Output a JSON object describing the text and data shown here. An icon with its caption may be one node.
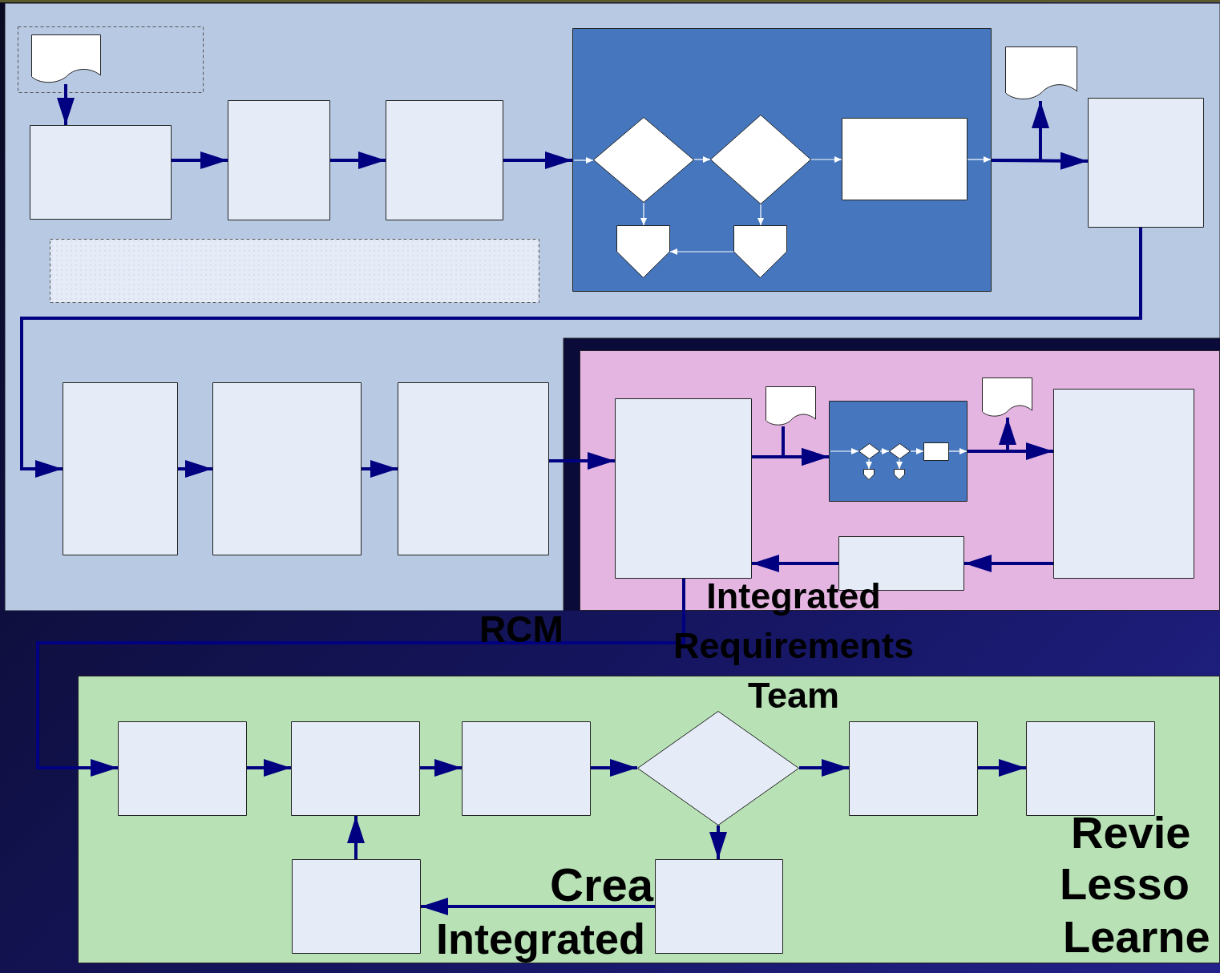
{
  "diagram": {
    "nodes": [
      {
        "text": [],
        "shape": "box"
      },
      {
        "text": [],
        "shape": "box",
        "in": 0
      },
      {
        "text": [],
        "shape": "document",
        "in": 1
      },
      {
        "text": [],
        "shape": "box",
        "in": 0
      },
      {
        "text": [],
        "shape": "box",
        "in": 0
      },
      {
        "text": [],
        "shape": "box",
        "in": 0
      },
      {
        "text": [],
        "shape": "box",
        "in": 0
      },
      {
        "text": [],
        "shape": "box",
        "in": 0
      },
      {
        "text": [],
        "shape": "diamond",
        "in": 7
      },
      {
        "text": [],
        "shape": "diamond",
        "in": 7
      },
      {
        "text": [],
        "shape": "box",
        "in": 7
      },
      {
        "text": [],
        "shape": "pentagon",
        "in": 7
      },
      {
        "text": [],
        "shape": "pentagon",
        "in": 7
      },
      {
        "text": [],
        "shape": "document",
        "in": 0
      },
      {
        "text": [],
        "shape": "box",
        "in": 0
      },
      {
        "text": [],
        "shape": "box",
        "in": 0
      },
      {
        "text": [],
        "shape": "box",
        "in": 0
      },
      {
        "text": [],
        "shape": "box",
        "in": 0
      },
      {
        "text": [],
        "shape": "box"
      },
      {
        "text": [],
        "shape": "box",
        "in": 18
      },
      {
        "text": [],
        "shape": "document",
        "in": 18
      },
      {
        "text": [],
        "shape": "box",
        "in": 18
      },
      {
        "text": [],
        "shape": "diamond",
        "in": 21
      },
      {
        "text": [],
        "shape": "diamond",
        "in": 21
      },
      {
        "text": [],
        "shape": "box",
        "in": 21
      },
      {
        "text": [],
        "shape": "pentagon",
        "in": 21
      },
      {
        "text": [],
        "shape": "pentagon",
        "in": 21
      },
      {
        "text": [],
        "shape": "document",
        "in": 18
      },
      {
        "text": [],
        "shape": "box",
        "in": 18
      },
      {
        "text": [],
        "shape": "box",
        "in": 18
      },
      {
        "text": [],
        "shape": "box"
      },
      {
        "text": [],
        "shape": "box",
        "in": 30
      },
      {
        "text": [],
        "shape": "box",
        "in": 30
      },
      {
        "text": [],
        "shape": "box",
        "in": 30
      },
      {
        "text": [],
        "shape": "diamond",
        "in": 30
      },
      {
        "text": [],
        "shape": "box",
        "in": 30
      },
      {
        "text": [],
        "shape": "box",
        "in": 30
      },
      {
        "text": [],
        "shape": "box",
        "in": 30
      },
      {
        "text": [],
        "shape": "box",
        "in": 30
      }
    ],
    "edges": [
      {
        "from": 2,
        "to": 3,
        "arrow": "to"
      },
      {
        "from": 3,
        "to": 4,
        "arrow": "to"
      },
      {
        "from": 4,
        "to": 5,
        "arrow": "to"
      },
      {
        "from": 5,
        "to": 7,
        "arrow": "to"
      },
      {
        "from": null,
        "to": 8,
        "arrow": "to",
        "color": "#ffffff"
      },
      {
        "from": 8,
        "to": 9,
        "arrow": "to",
        "color": "#ffffff"
      },
      {
        "from": 9,
        "to": 10,
        "arrow": "to",
        "color": "#ffffff"
      },
      {
        "from": 10,
        "to": null,
        "arrow": "to",
        "color": "#ffffff"
      },
      {
        "from": 8,
        "to": 11,
        "arrow": "to",
        "color": "#ffffff"
      },
      {
        "from": 9,
        "to": 12,
        "arrow": "to",
        "color": "#ffffff"
      },
      {
        "from": 12,
        "to": 11,
        "arrow": "to",
        "color": "#ffffff"
      },
      {
        "from": 7,
        "to": 14,
        "arrow": "to"
      },
      {
        "from": 7,
        "to": 13,
        "arrow": "to"
      },
      {
        "from": 14,
        "to": 15,
        "arrow": "to"
      },
      {
        "from": 15,
        "to": 16,
        "arrow": "to"
      },
      {
        "from": 16,
        "to": 17,
        "arrow": "to"
      },
      {
        "from": 17,
        "to": 19,
        "arrow": "to"
      },
      {
        "from": 20,
        "to": 21,
        "arrow": "to"
      },
      {
        "from": 19,
        "to": 21,
        "arrow": "to"
      },
      {
        "from": 21,
        "to": 28,
        "arrow": "to"
      },
      {
        "from": 21,
        "to": 27,
        "arrow": "to"
      },
      {
        "from": null,
        "to": 22,
        "arrow": "to",
        "color": "#ffffff"
      },
      {
        "from": 22,
        "to": 23,
        "arrow": "to",
        "color": "#ffffff"
      },
      {
        "from": 23,
        "to": 24,
        "arrow": "to",
        "color": "#ffffff"
      },
      {
        "from": 24,
        "to": null,
        "arrow": "to",
        "color": "#ffffff"
      },
      {
        "from": 22,
        "to": 25,
        "arrow": "to",
        "color": "#ffffff"
      },
      {
        "from": 23,
        "to": 26,
        "arrow": "to",
        "color": "#ffffff"
      },
      {
        "from": 28,
        "to": 29,
        "arrow": "to"
      },
      {
        "from": 29,
        "to": 19,
        "arrow": "to"
      },
      {
        "from": 19,
        "to": 31,
        "arrow": "to"
      },
      {
        "from": 31,
        "to": 32,
        "arrow": "to"
      },
      {
        "from": 32,
        "to": 33,
        "arrow": "to"
      },
      {
        "from": 33,
        "to": 34,
        "arrow": "to"
      },
      {
        "from": 34,
        "to": 35,
        "arrow": "to"
      },
      {
        "from": 35,
        "to": 36,
        "arrow": "to"
      },
      {
        "from": 34,
        "to": 38,
        "arrow": "to"
      },
      {
        "from": 38,
        "to": 37,
        "arrow": "to"
      },
      {
        "from": 37,
        "to": 32,
        "arrow": "to"
      }
    ],
    "labels": [
      "RCM",
      "Integrated Requirements Team",
      "Crea",
      "Integrated",
      "Revie",
      "Lesso",
      "Learne"
    ]
  }
}
